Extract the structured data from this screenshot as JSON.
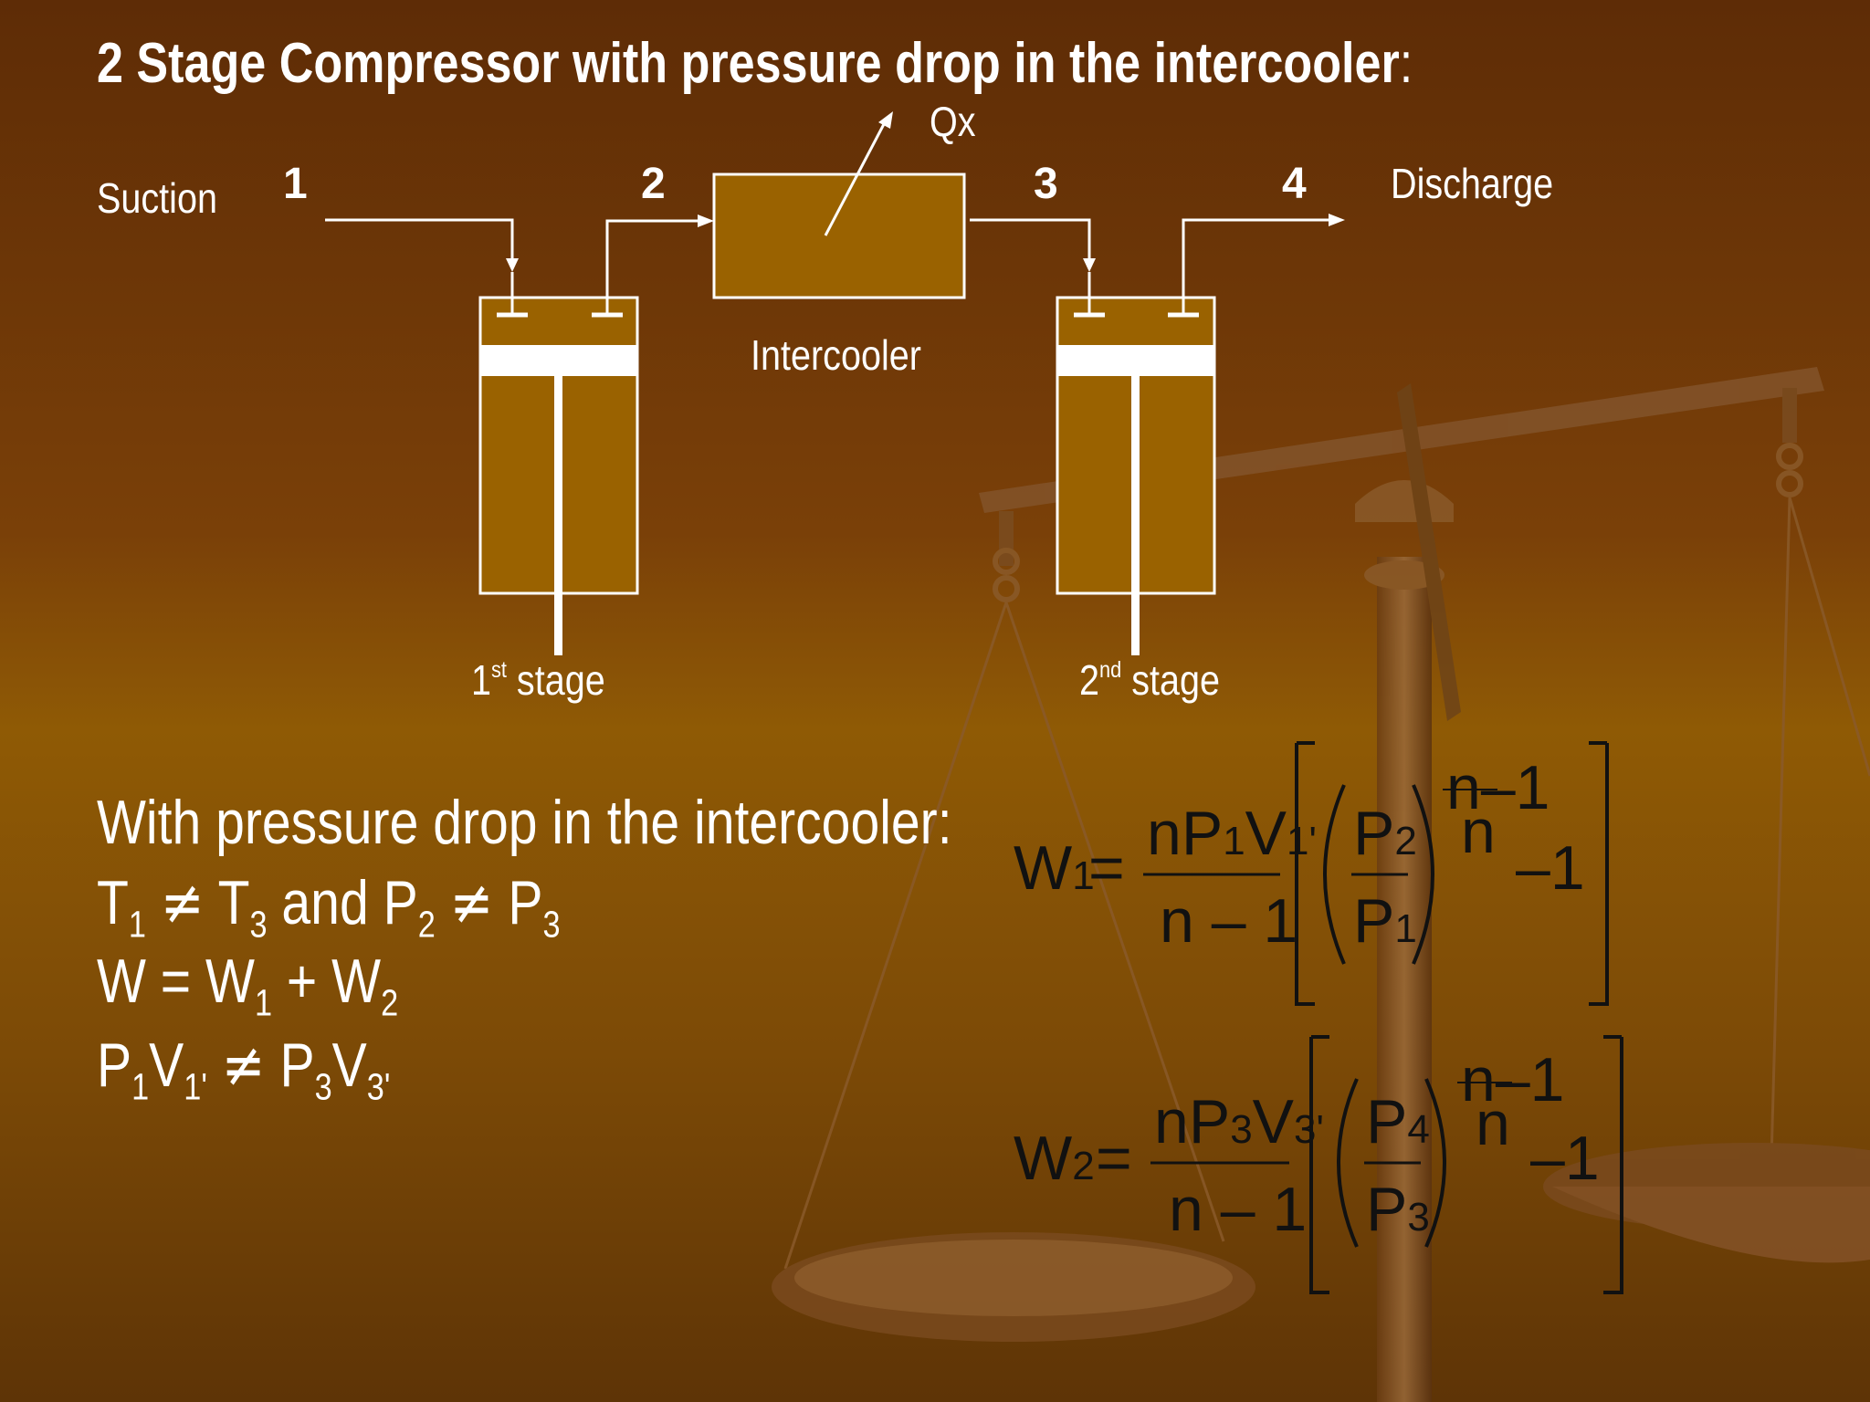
{
  "slide": {
    "title": "2 Stage Compressor with pressure drop in the intercooler",
    "title_colon": ":"
  },
  "diagram": {
    "suction_label": "Suction",
    "discharge_label": "Discharge",
    "point_1": "1",
    "point_2": "2",
    "point_3": "3",
    "point_4": "4",
    "heat_label": "Qx",
    "intercooler_label": "Intercooler",
    "stage1": {
      "number": "1",
      "sup": "st",
      "label": "stage"
    },
    "stage2": {
      "number": "2",
      "sup": "nd",
      "label": "stage"
    }
  },
  "notes": {
    "heading": "With pressure drop in the intercooler:",
    "line2": {
      "T": "T",
      "s1": "1",
      "ne": "≠",
      "T2": "T",
      "s3": "3",
      "and": "and",
      "P": "P",
      "s2": "2",
      "ne2": "≠",
      "P2": "P",
      "s3b": "3"
    },
    "line3": {
      "W": "W",
      "eq": "=",
      "W1": "W",
      "s1": "1",
      "plus": "+",
      "W2": "W",
      "s2": "2"
    },
    "line4": {
      "P": "P",
      "s1": "1",
      "V": "V",
      "s1p": "1'",
      "ne": "≠",
      "P3": "P",
      "s3": "3",
      "V3": "V",
      "s3p": "3'"
    }
  },
  "equations": {
    "w1": {
      "lhs": "W",
      "lhs_sub": "1",
      "equals": "=",
      "num_n": "n",
      "num_P": "P",
      "num_Psub": "1",
      "num_V": "V",
      "num_Vsub": "1'",
      "den": "n – 1",
      "inner_num": "P",
      "inner_num_sub": "2",
      "inner_den": "P",
      "inner_den_sub": "1",
      "exp_num": "n–1",
      "exp_den": "n",
      "minus_one": "–1"
    },
    "w2": {
      "lhs": "W",
      "lhs_sub": "2",
      "equals": "=",
      "num_n": "n",
      "num_P": "P",
      "num_Psub": "3",
      "num_V": "V",
      "num_Vsub": "3'",
      "den": "n – 1",
      "inner_num": "P",
      "inner_num_sub": "4",
      "inner_den": "P",
      "inner_den_sub": "3",
      "exp_num": "n–1",
      "exp_den": "n",
      "minus_one": "–1"
    }
  },
  "colors": {
    "background_top": "#5e2c06",
    "background_mid": "#8f5a05",
    "equipment_fill": "#9a6200",
    "line": "#ffffff",
    "equation_text": "#111111"
  }
}
